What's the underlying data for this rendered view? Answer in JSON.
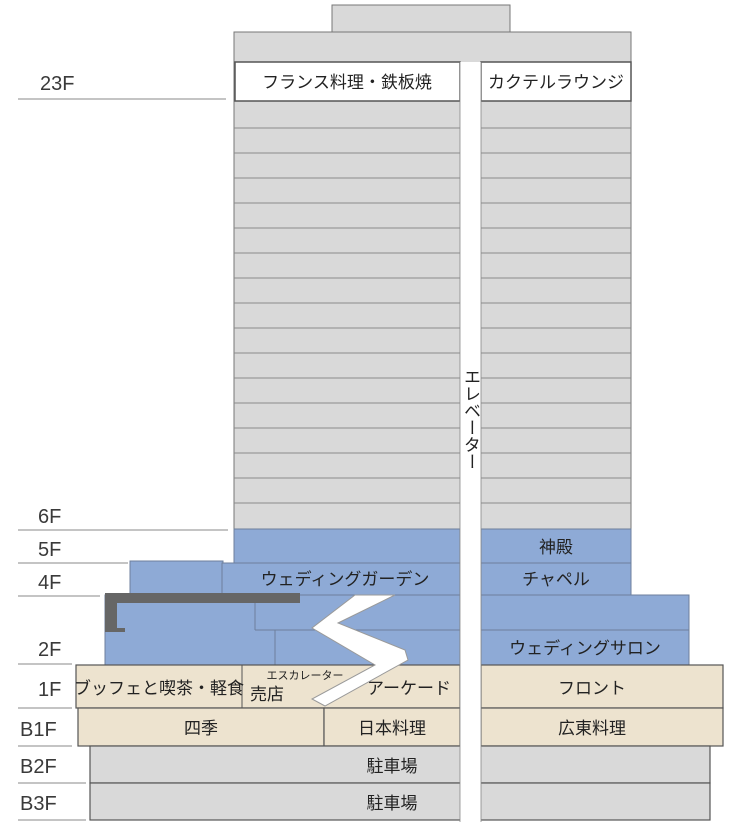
{
  "colors": {
    "tower": "#d9d9d9",
    "wedding": "#8eaad6",
    "ground": "#ede3cf",
    "parking": "#d9d9d9",
    "outline": "#555555",
    "dark_accent": "#666666",
    "leader": "#888888"
  },
  "floors": {
    "f23": "23F",
    "f6": "6F",
    "f5": "5F",
    "f4": "4F",
    "f2": "2F",
    "f1": "1F",
    "b1": "B1F",
    "b2": "B2F",
    "b3": "B3F"
  },
  "rooms": {
    "french_teppanyaki": "フランス料理・鉄板焼",
    "cocktail_lounge": "カクテルラウンジ",
    "elevator": "エレベーター",
    "shinden": "神殿",
    "wedding_garden": "ウェディングガーデン",
    "chapel": "チャペル",
    "wedding_salon": "ウェディングサロン",
    "buffet_cafe": "ブッフェと喫茶・軽食",
    "escalator": "エスカレーター",
    "shop": "売店",
    "arcade": "アーケード",
    "front": "フロント",
    "shiki": "四季",
    "japanese": "日本料理",
    "cantonese": "広東料理",
    "parking_b2": "駐車場",
    "parking_b3": "駐車場"
  }
}
